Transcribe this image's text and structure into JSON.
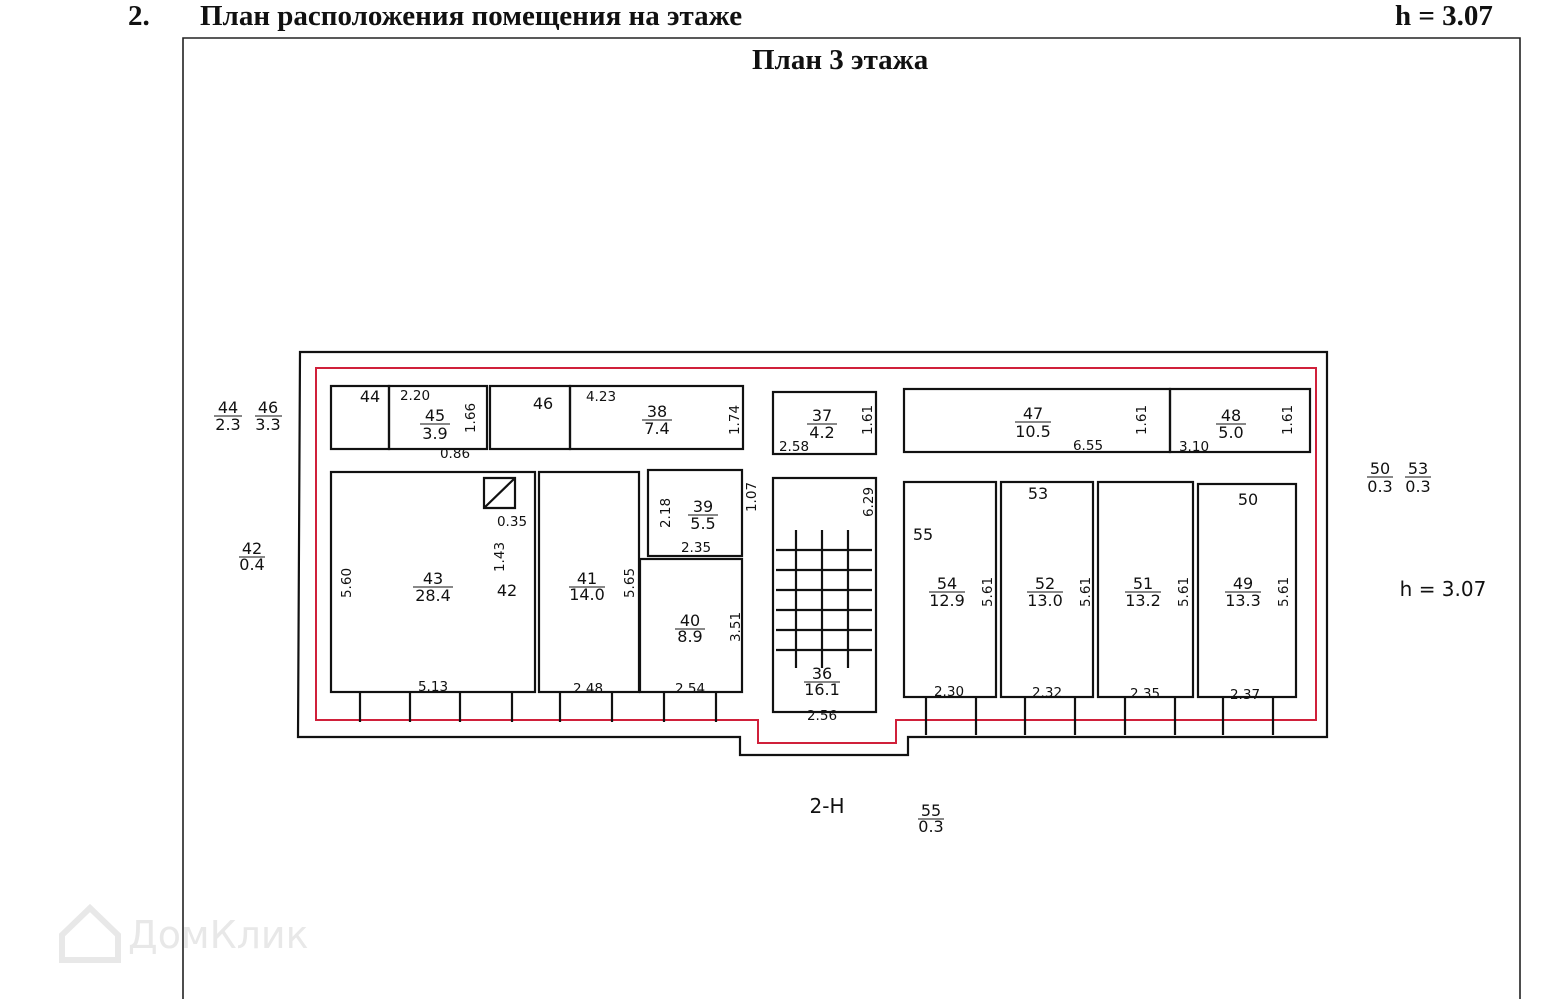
{
  "header": {
    "section_number": "2.",
    "title": "План расположения помещения на этаже",
    "height": "h = 3.07"
  },
  "plan_title": "План 3 этажа",
  "rooms": [
    {
      "number": "44",
      "area": "2.3"
    },
    {
      "number": "46",
      "area": "3.3"
    },
    {
      "number": "45",
      "area": "3.9"
    },
    {
      "number": "38",
      "area": "7.4"
    },
    {
      "number": "37",
      "area": "4.2"
    },
    {
      "number": "47",
      "area": "10.5"
    },
    {
      "number": "48",
      "area": "5.0"
    },
    {
      "number": "39",
      "area": "5.5"
    },
    {
      "number": "43",
      "area": "28.4"
    },
    {
      "number": "41",
      "area": "14.0"
    },
    {
      "number": "40",
      "area": "8.9"
    },
    {
      "number": "36",
      "area": "16.1"
    },
    {
      "number": "54",
      "area": "12.9"
    },
    {
      "number": "52",
      "area": "13.0"
    },
    {
      "number": "51",
      "area": "13.2"
    },
    {
      "number": "49",
      "area": "13.3"
    },
    {
      "number": "42",
      "area": "0.4"
    },
    {
      "number": "50",
      "area": "0.3"
    },
    {
      "number": "53",
      "area": "0.3"
    },
    {
      "number": "55",
      "area": "0.3"
    }
  ],
  "labels": [
    "44",
    "46",
    "42",
    "53",
    "50",
    "55",
    "2-Н",
    "h  =  3.07"
  ],
  "dims_h": [
    "2.20",
    "0.86",
    "4.23",
    "2.58",
    "6.55",
    "3.10",
    "2.35",
    "0.35",
    "5.13",
    "2.48",
    "2.54",
    "2.56",
    "2.30",
    "2.32",
    "2.35",
    "2.37"
  ],
  "dims_v": [
    "1.66",
    "1.74",
    "1.61",
    "1.61",
    "1.61",
    "2.18",
    "1.07",
    "6.29",
    "1.43",
    "5.60",
    "5.65",
    "3.51",
    "5.61",
    "5.61",
    "5.61",
    "5.61"
  ],
  "watermark": "ДомКлик",
  "colors": {
    "boundary": "#d0203a",
    "walls": "#111111"
  }
}
